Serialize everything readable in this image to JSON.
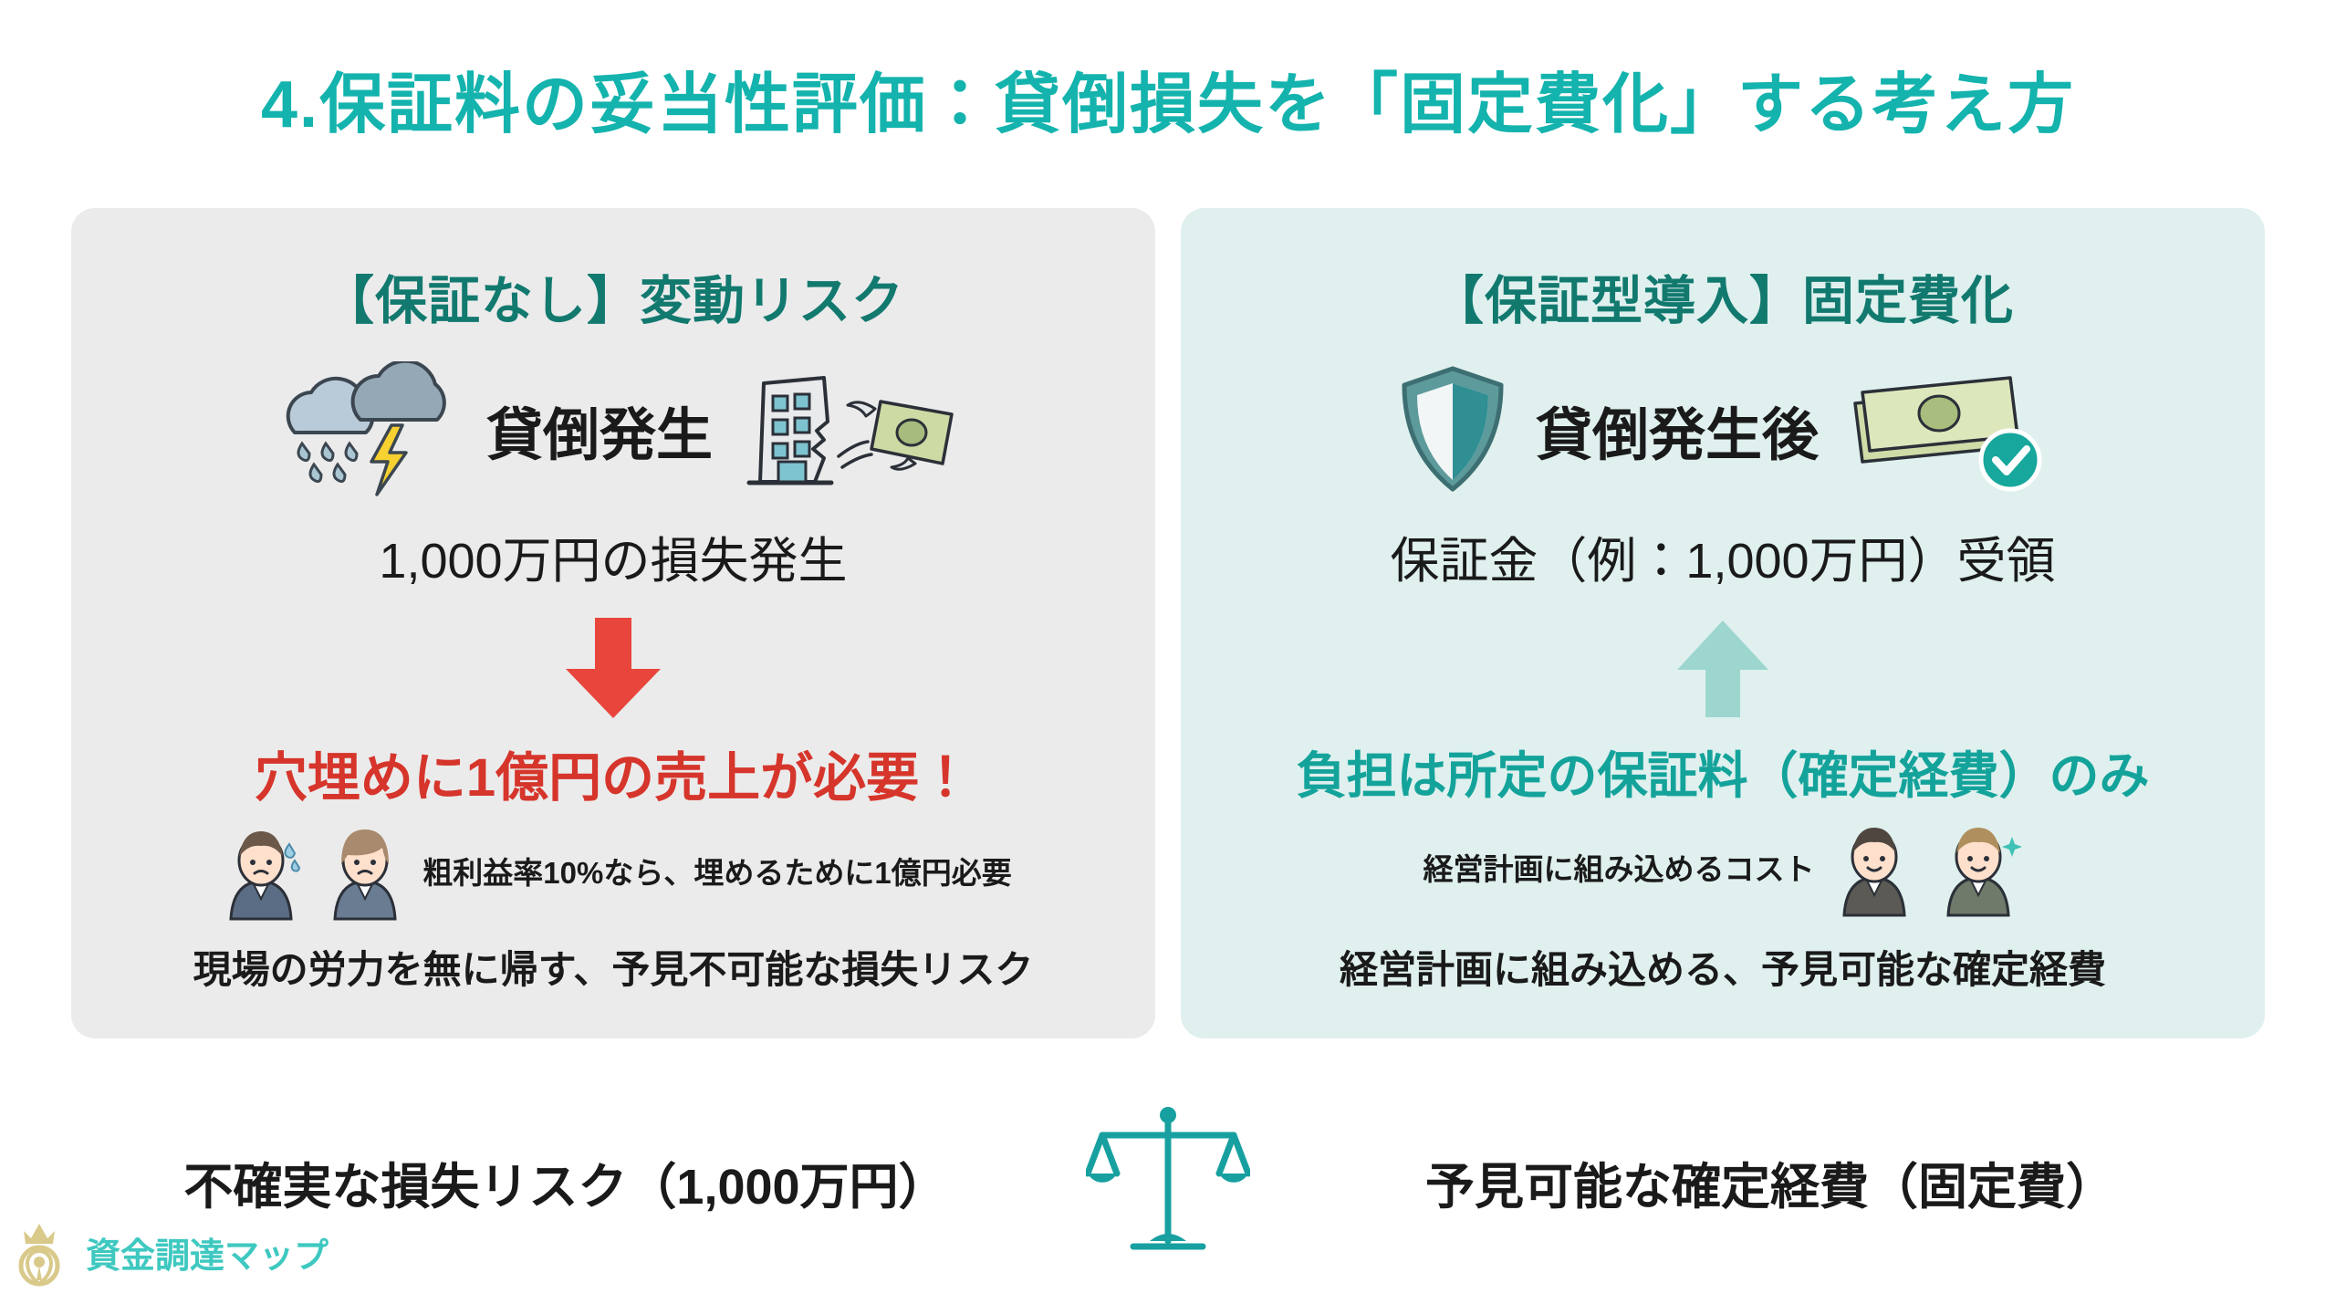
{
  "slide": {
    "title": "4.保証料の妥当性評価：貸倒損失を「固定費化」する考え方",
    "title_color": "#14b3ad",
    "background": "#ffffff"
  },
  "panels": [
    {
      "id": "no-guarantee",
      "heading": "【保証なし】変動リスク",
      "heading_color": "#12796f",
      "background": "#ebebeb",
      "icons_left": [
        "storm-cloud-icon",
        "rain-cloud-icon",
        "lightning-icon"
      ],
      "row_text": "貸倒発生",
      "icons_right": [
        "cracked-building-icon",
        "flying-money-icon"
      ],
      "amount_line": "1,000万円の損失発生",
      "arrow": {
        "name": "down-arrow-icon",
        "color": "#e8453c",
        "direction": "down"
      },
      "headline": "穴埋めに1億円の売上が必要！",
      "headline_color": "#d6352b",
      "subline": "粗利益率10%なら、埋めるために1億円必要",
      "subline_icons": [
        "worried-man-icon",
        "worried-woman-icon"
      ],
      "footer": "現場の労力を無に帰す、予見不可能な損失リスク"
    },
    {
      "id": "with-guarantee",
      "heading": "【保証型導入】固定費化",
      "heading_color": "#12796f",
      "background": "#dff0ee",
      "icons_left": [
        "shield-icon"
      ],
      "row_text": "貸倒発生後",
      "icons_right": [
        "money-bills-icon",
        "check-badge-icon"
      ],
      "amount_line": "保証金（例：1,000万円）受領",
      "arrow": {
        "name": "up-arrow-icon",
        "color": "#9dd6cf",
        "direction": "up"
      },
      "headline": "負担は所定の保証料（確定経費）のみ",
      "headline_color": "#14a39b",
      "subline": "経営計画に組み込めるコスト",
      "subline_icons": [
        "confident-man-icon",
        "smiling-man-icon"
      ],
      "footer": "経営計画に組み込める、予見可能な確定経費"
    }
  ],
  "bottom": {
    "left_label": "不確実な損失リスク（1,000万円）",
    "scale_icon": "balance-scale-icon",
    "scale_color": "#18a0a0",
    "right_label": "予見可能な確定経費（固定費）"
  },
  "logo": {
    "icon": "pin-crown-logo-icon",
    "text": "資金調達マップ",
    "text_color": "#3ec8c0",
    "crown_color": "#d9c98a"
  }
}
